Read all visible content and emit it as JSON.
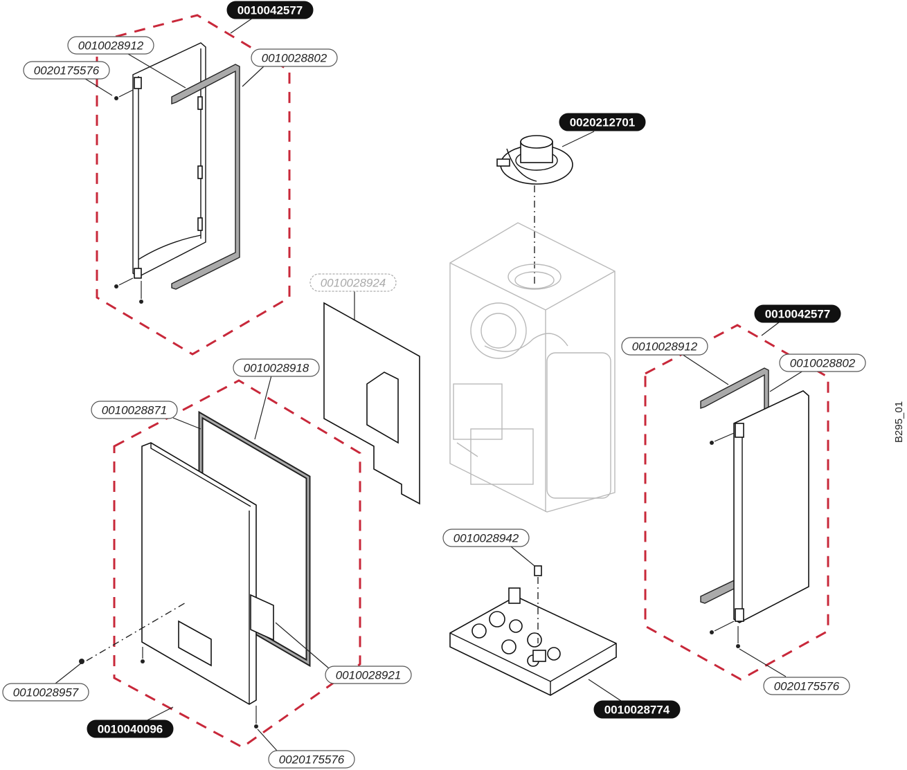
{
  "labels": {
    "top_left_group": "0010042577",
    "top_left_rail": "0010028912",
    "top_left_screw": "0020175576",
    "top_left_frame": "0010028802",
    "flue": "0020212701",
    "sheet": "0010028924",
    "right_group": "0010042577",
    "right_rail": "0010028912",
    "right_frame": "0010028802",
    "front_seal": "0010028918",
    "front_panel_gasket": "0010028871",
    "base_clip": "0010028942",
    "logo": "0010028957",
    "window_seal": "0010028921",
    "base": "0010028774",
    "right_screw": "0020175576",
    "front_group": "0010040096",
    "front_screw": "0020175576"
  },
  "drawing_ref": "B295_01",
  "colors": {
    "group_outline": "#c8283a",
    "filled_label": "#111111",
    "ghost": "#b9b9b9"
  }
}
